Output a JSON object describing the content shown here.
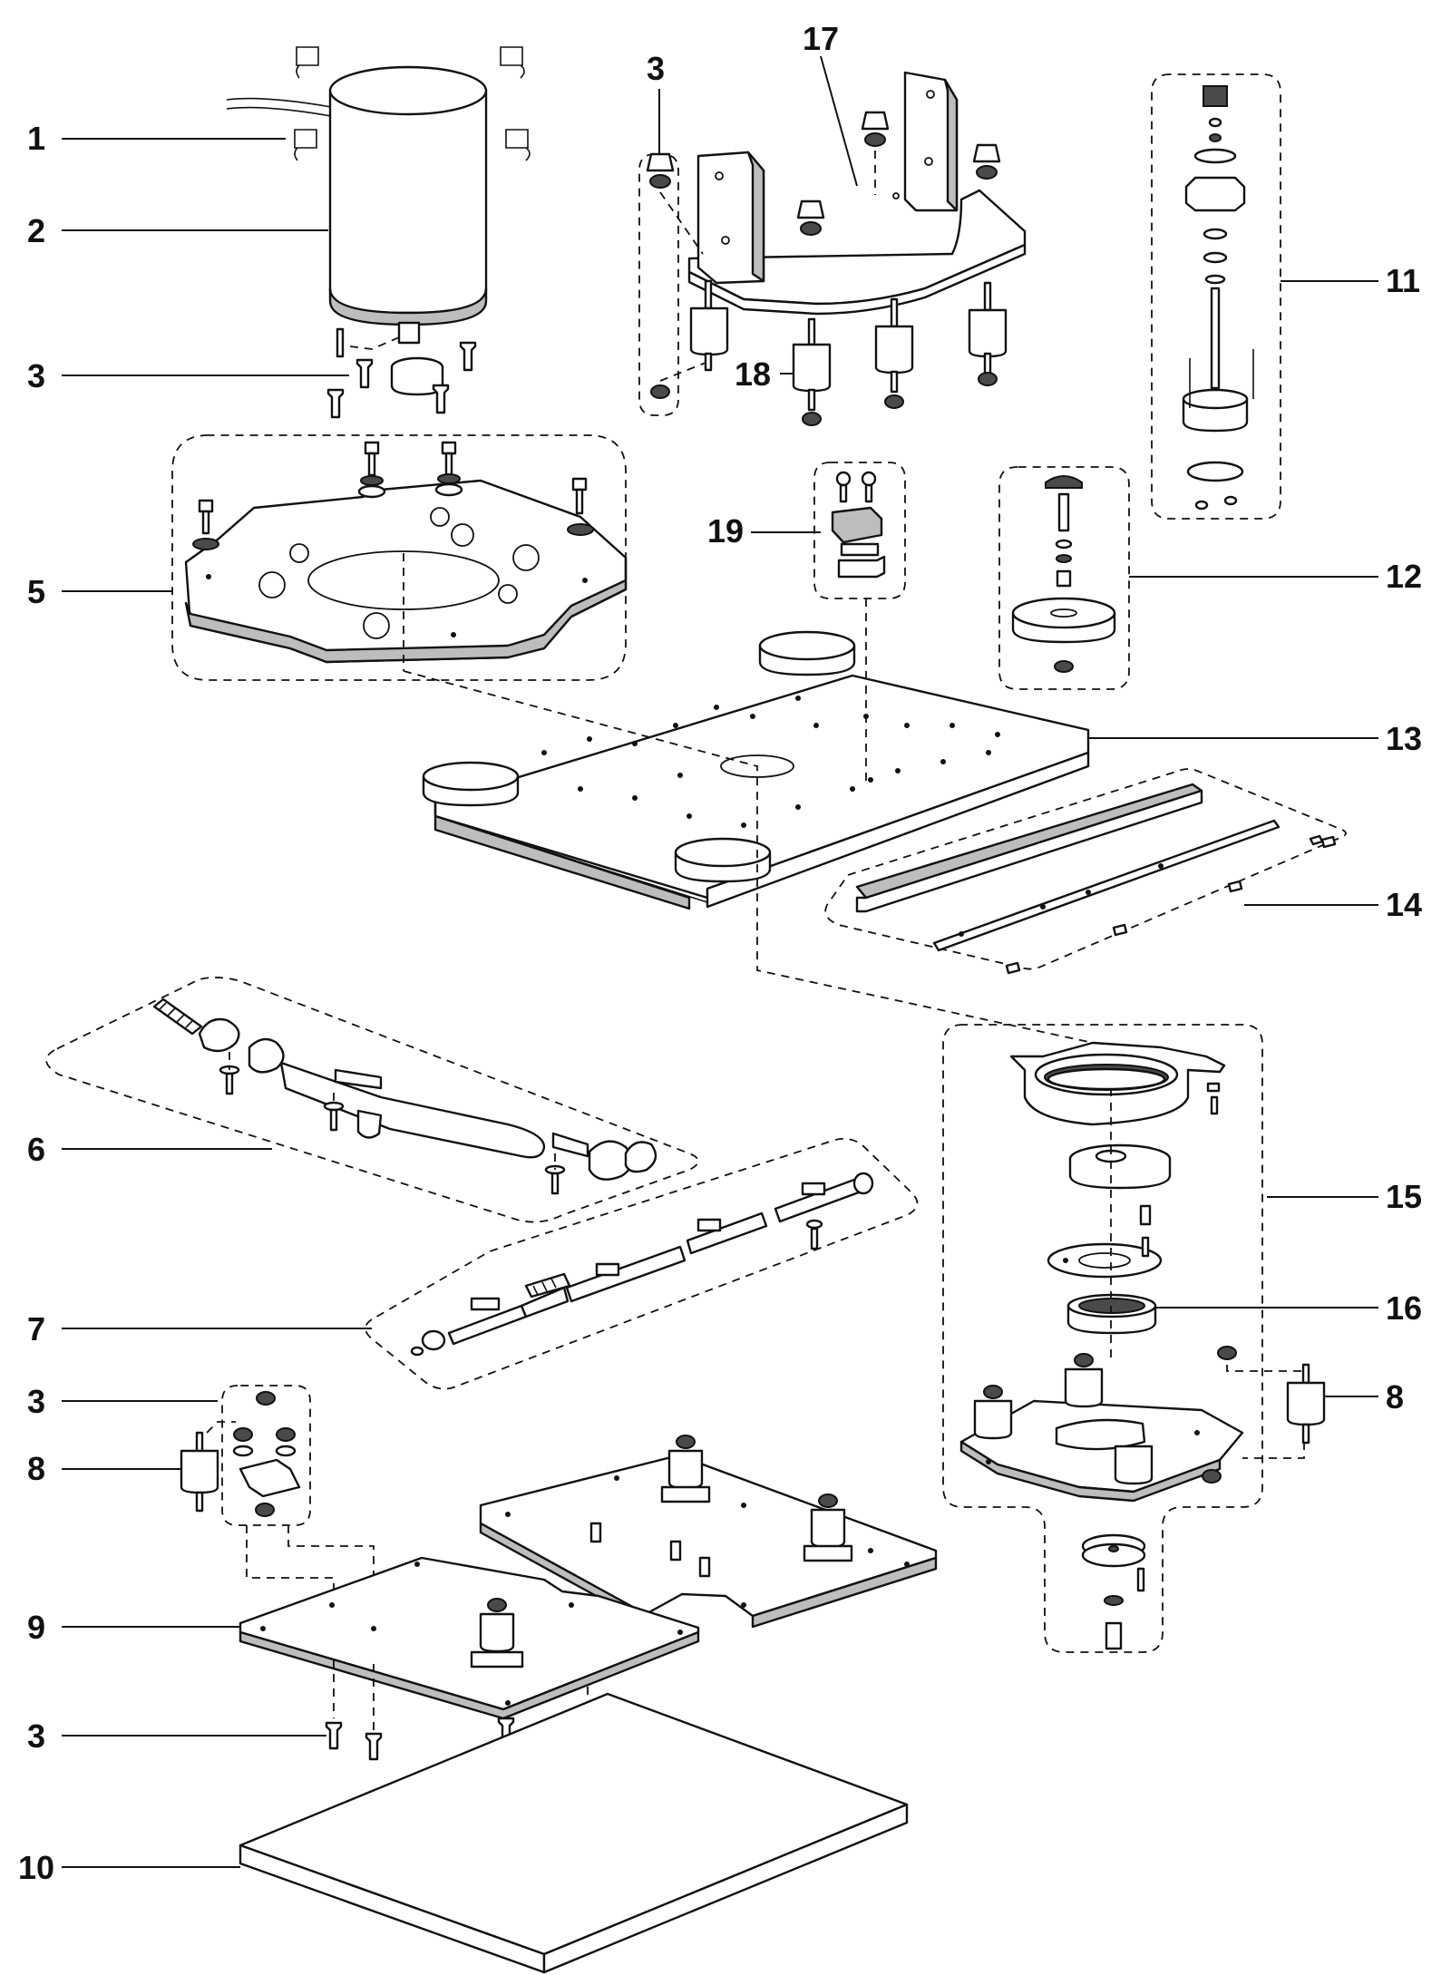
{
  "figure": {
    "type": "exploded parts diagram",
    "line_color": "#111111",
    "background": "#ffffff"
  },
  "callouts": [
    {
      "id": "c1-top",
      "label": "1"
    },
    {
      "id": "c2",
      "label": "2"
    },
    {
      "id": "c3-motor",
      "label": "3"
    },
    {
      "id": "c5",
      "label": "5"
    },
    {
      "id": "c6",
      "label": "6"
    },
    {
      "id": "c7",
      "label": "7"
    },
    {
      "id": "c3-left",
      "label": "3"
    },
    {
      "id": "c8-left",
      "label": "8"
    },
    {
      "id": "c9",
      "label": "9"
    },
    {
      "id": "c3-bottom",
      "label": "3"
    },
    {
      "id": "c10",
      "label": "10"
    },
    {
      "id": "c3-frame",
      "label": "3"
    },
    {
      "id": "c17",
      "label": "17"
    },
    {
      "id": "c18",
      "label": "18"
    },
    {
      "id": "c19",
      "label": "19"
    },
    {
      "id": "c11",
      "label": "11"
    },
    {
      "id": "c12",
      "label": "12"
    },
    {
      "id": "c13",
      "label": "13"
    },
    {
      "id": "c14",
      "label": "14"
    },
    {
      "id": "c15",
      "label": "15"
    },
    {
      "id": "c16",
      "label": "16"
    },
    {
      "id": "c8-right",
      "label": "8"
    }
  ]
}
